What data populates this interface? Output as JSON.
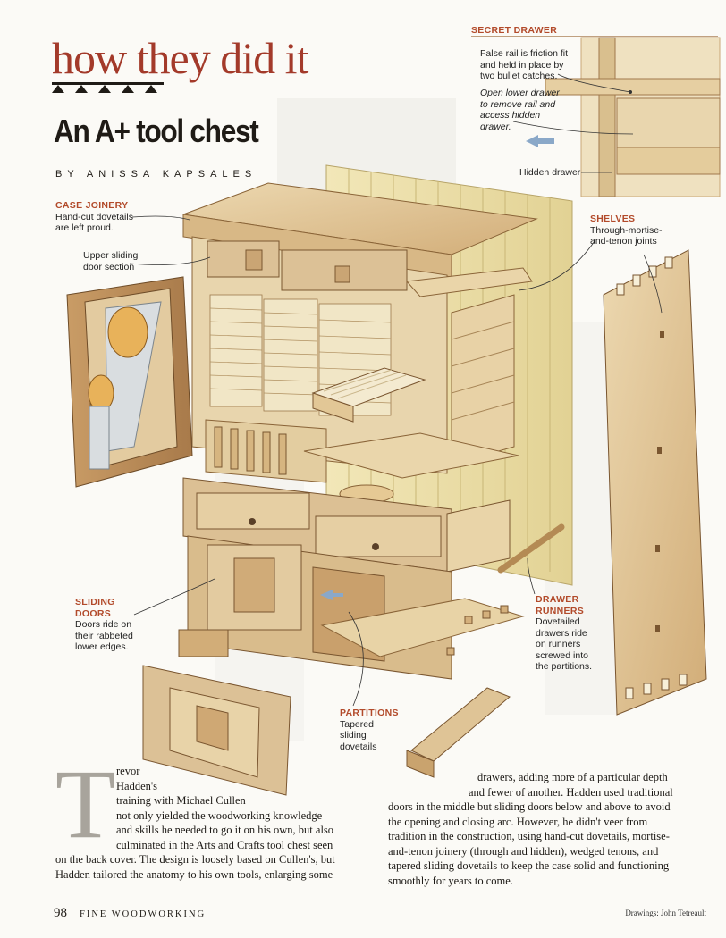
{
  "header": {
    "section_title": "how they did it",
    "headline": "An A+ tool chest",
    "byline": "BY ANISSA KAPSALES"
  },
  "callouts": {
    "secret_drawer": {
      "title": "SECRET DRAWER",
      "false_rail": [
        "False rail is friction fit",
        "and held in place by",
        "two bullet catches."
      ],
      "open_lower": [
        "Open lower drawer",
        "to remove rail and",
        "access hidden",
        "drawer."
      ],
      "hidden_drawer": "Hidden drawer"
    },
    "case_joinery": {
      "title": "CASE JOINERY",
      "text": [
        "Hand-cut dovetails",
        "are left proud."
      ]
    },
    "upper_door": {
      "text": [
        "Upper sliding",
        "door section"
      ]
    },
    "shelves": {
      "title": "SHELVES",
      "text": [
        "Through-mortise-",
        "and-tenon joints"
      ]
    },
    "sliding_doors": {
      "title": [
        "SLIDING",
        "DOORS"
      ],
      "text": [
        "Doors ride on",
        "their rabbeted",
        "lower edges."
      ]
    },
    "drawer_runners": {
      "title": [
        "DRAWER",
        "RUNNERS"
      ],
      "text": [
        "Dovetailed",
        "drawers ride",
        "on runners",
        "screwed into",
        "the partitions."
      ]
    },
    "partitions": {
      "title": "PARTITIONS",
      "text": [
        "Tapered",
        "sliding",
        "dovetails"
      ]
    }
  },
  "article": {
    "drop_cap": "T",
    "col1": [
      "revor",
      "Hadden's",
      "training with Michael Cullen",
      "not only yielded the woodworking knowledge",
      "and skills he needed to go it on his own, but also",
      "culminated in the Arts and Crafts tool chest seen",
      "on the back cover. The design is loosely based on Cullen's, but",
      "Hadden tailored the anatomy to his own tools, enlarging some"
    ],
    "col2": [
      "drawers, adding more of a particular depth",
      "and fewer of another. Hadden used traditional",
      "doors in the middle but sliding doors below and above to avoid",
      "the opening and closing arc. However, he didn't veer from",
      "tradition in the construction, using hand-cut dovetails, mortise-",
      "and-tenon joinery (through and hidden), wedged tenons, and",
      "tapered sliding dovetails to keep the case solid and functioning",
      "smoothly for years to come."
    ]
  },
  "footer": {
    "page_number": "98",
    "magazine": "FINE WOODWORKING",
    "credit": "Drawings: John Tetreault"
  },
  "colors": {
    "accent": "#b24a2a",
    "title": "#a33a2a",
    "wood_light": "#e8d2a8",
    "wood_mid": "#d7b582",
    "wood_dark": "#b98c5a"
  }
}
